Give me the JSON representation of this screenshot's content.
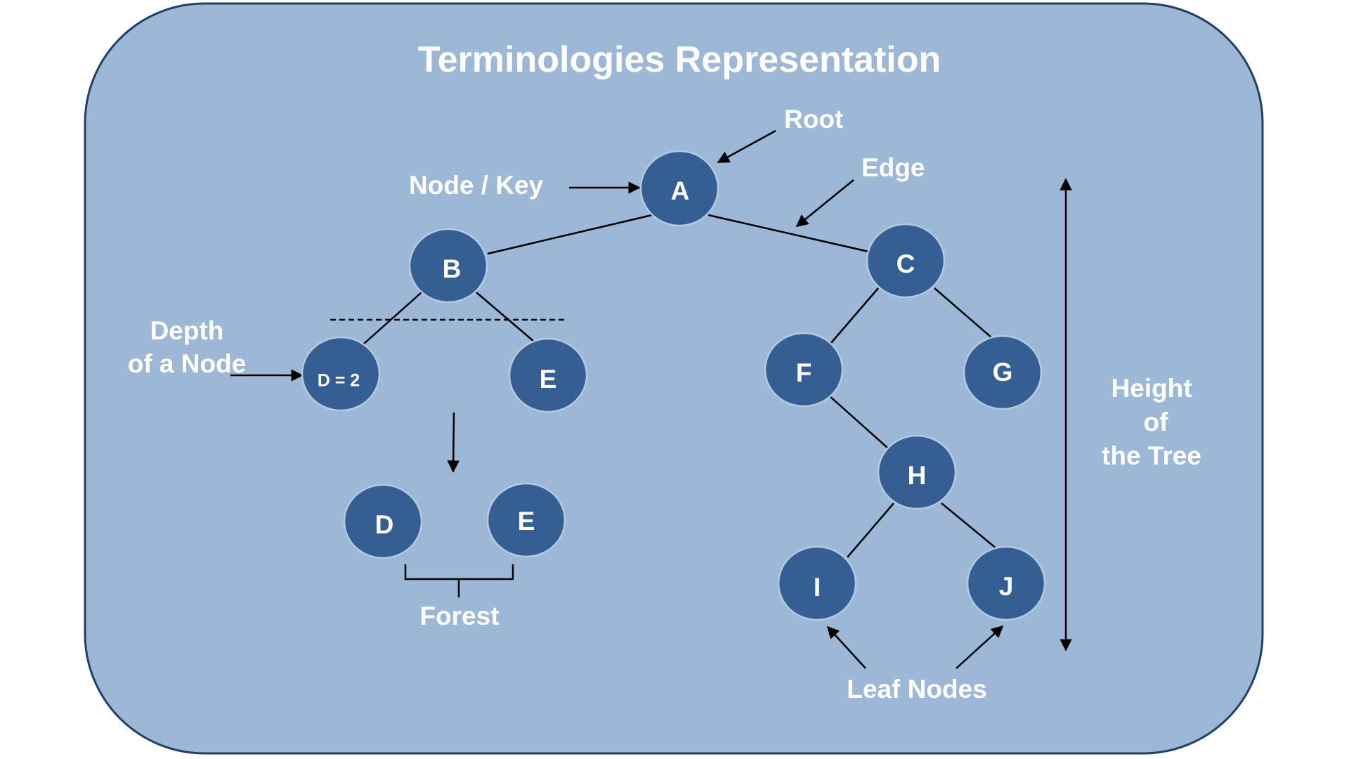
{
  "title": "Terminologies Representation",
  "colors": {
    "panel_fill": "#9db7d7",
    "panel_stroke": "#223f66",
    "node_fill": "#355e93",
    "node_stroke": "#b6c9e2",
    "text": "#ffffff",
    "line": "#000000"
  },
  "nodes": {
    "A": "A",
    "B": "B",
    "C": "C",
    "D": "D = 2",
    "E": "E",
    "F": "F",
    "G": "G",
    "H": "H",
    "I": "I",
    "J": "J",
    "forest_d": "D",
    "forest_e": "E"
  },
  "annotations": {
    "root": "Root",
    "edge": "Edge",
    "node_key": "Node / Key",
    "depth_line1": "Depth",
    "depth_line2": "of a Node",
    "height_line1": "Height",
    "height_line2": "of",
    "height_line3": "the Tree",
    "forest": "Forest",
    "leaf_nodes": "Leaf Nodes"
  }
}
